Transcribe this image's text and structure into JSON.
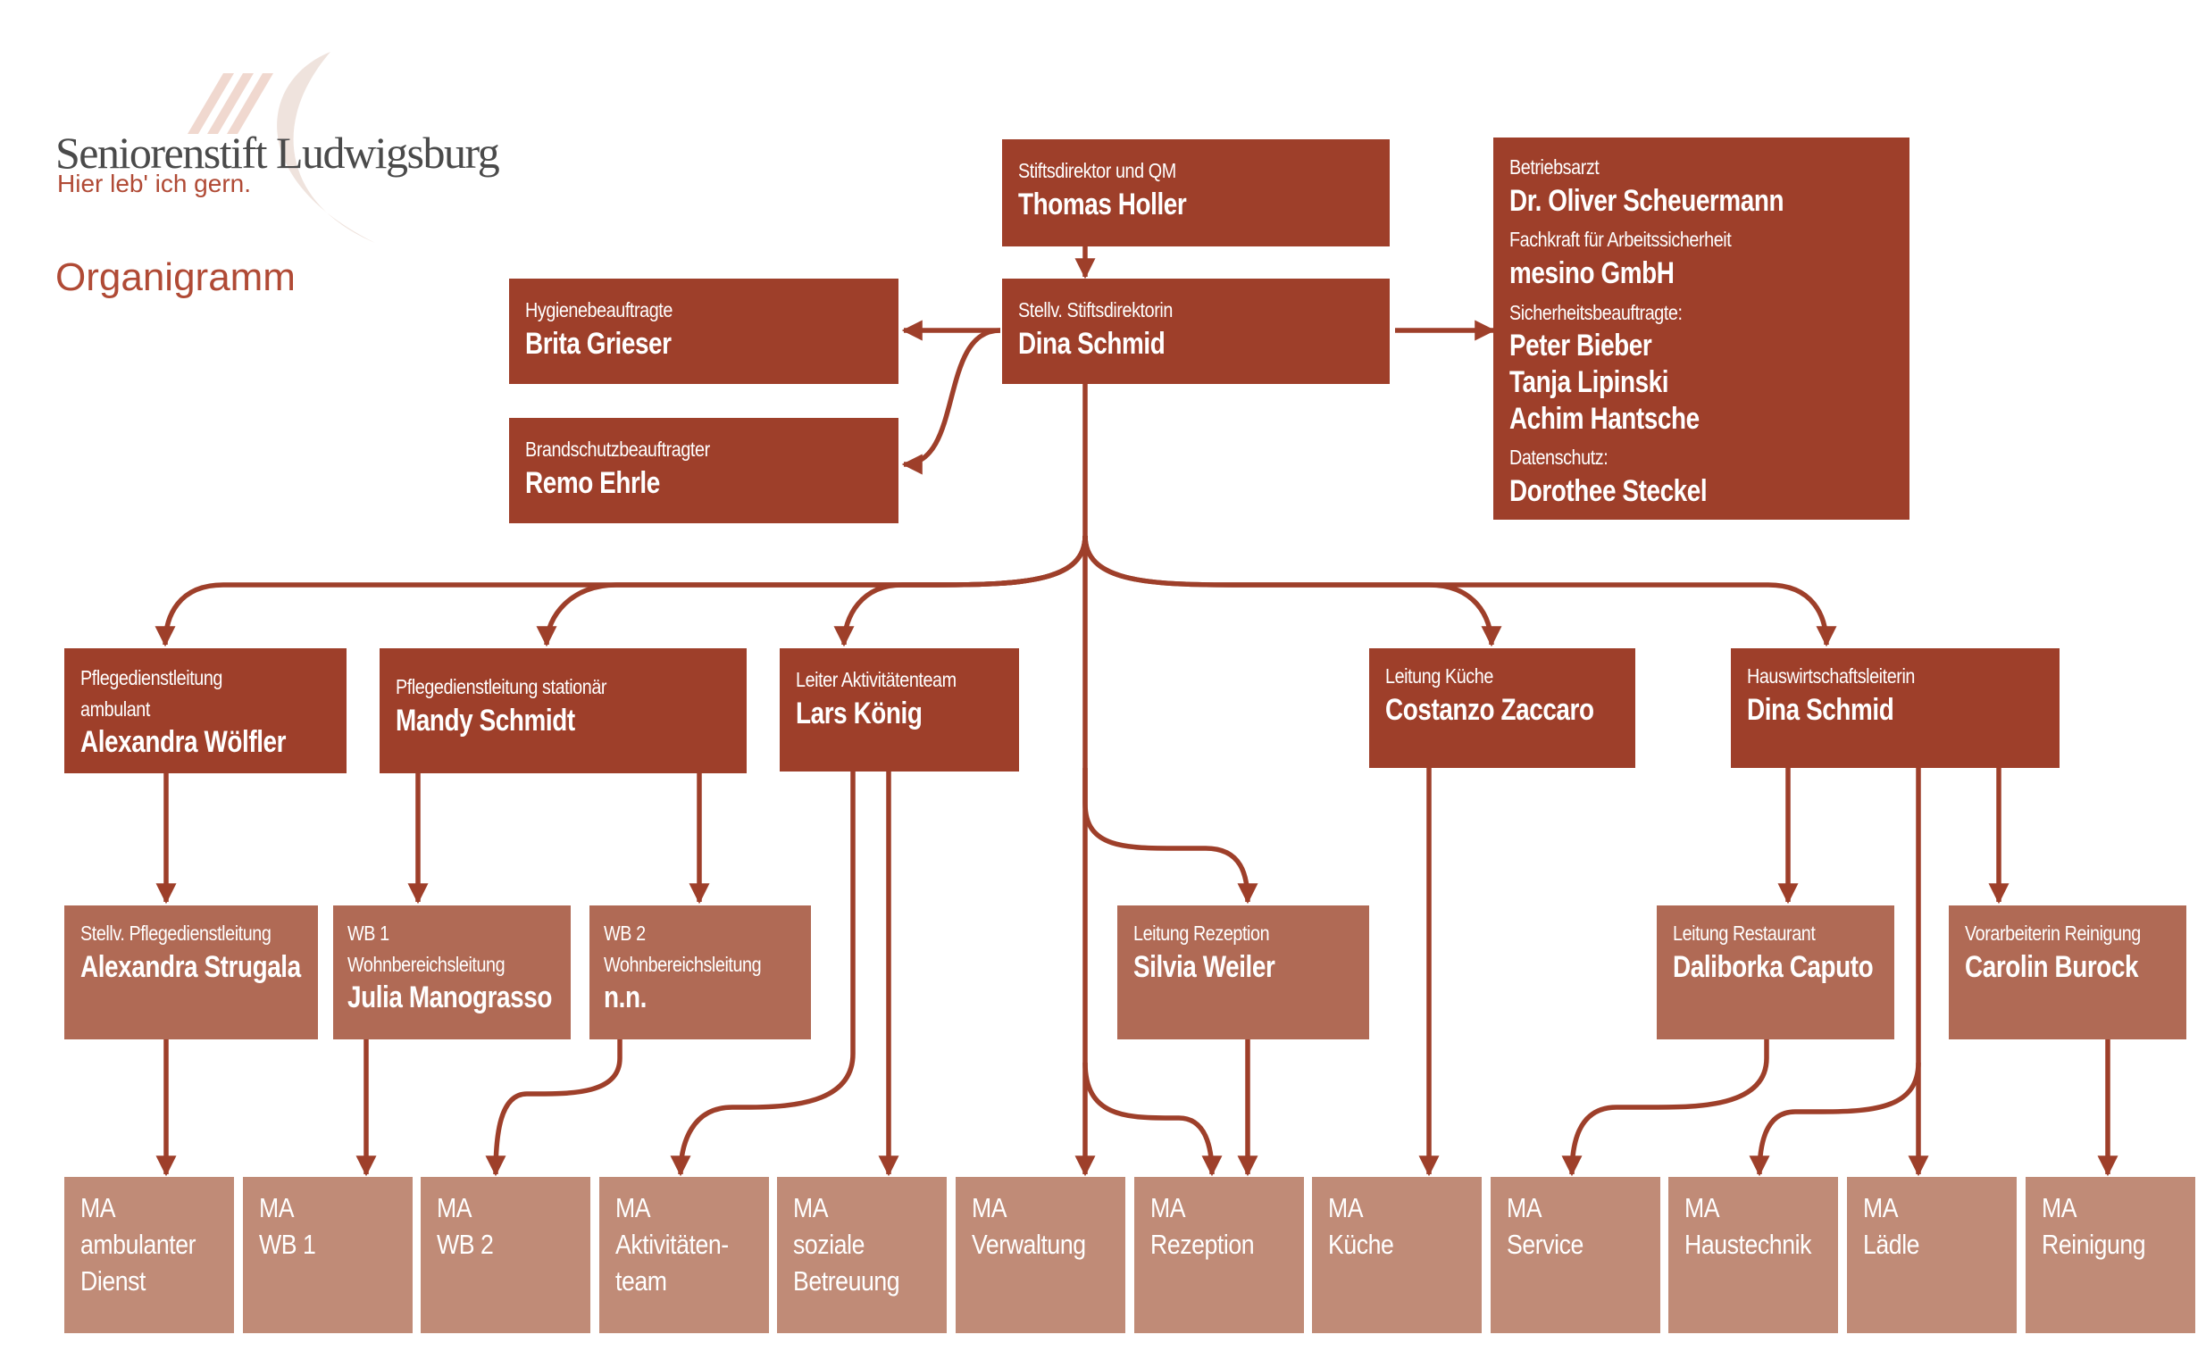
{
  "header": {
    "brand": "Seniorenstift Ludwigsburg",
    "tagline": "Hier leb' ich gern.",
    "title": "Organigramm"
  },
  "colors": {
    "level1": "#9e3f2a",
    "level2": "#b06a55",
    "level3": "#c08b77",
    "connector": "#9e3f2a"
  },
  "top": {
    "director": {
      "role": "Stiftsdirektor und QM",
      "name": "Thomas Holler"
    },
    "deputy": {
      "role": "Stellv. Stiftsdirektorin",
      "name": "Dina Schmid"
    },
    "hygiene": {
      "role": "Hygienebeauftragte",
      "name": "Brita Grieser"
    },
    "fire": {
      "role": "Brandschutzbeauftragter",
      "name": "Remo Ehrle"
    },
    "safety": {
      "doctor_role": "Betriebsarzt",
      "doctor_name": "Dr. Oliver Scheuermann",
      "specialist_role": "Fachkraft für Arbeitssicherheit",
      "specialist_name": "mesino GmbH",
      "officers_role": "Sicherheitsbeauftragte:",
      "officers": [
        "Peter Bieber",
        "Tanja Lipinski",
        "Achim Hantsche"
      ],
      "privacy_role": "Datenschutz:",
      "privacy_name": "Dorothee Steckel"
    }
  },
  "departments": {
    "care_ambulant": {
      "role_line1": "Pflegedienstleitung",
      "role_line2": "ambulant",
      "name": "Alexandra Wölfler"
    },
    "care_stationary": {
      "role": "Pflegedienstleitung  stationär",
      "name": "Mandy Schmidt"
    },
    "activity": {
      "role": "Leiter Aktivitätenteam",
      "name": "Lars König"
    },
    "kitchen": {
      "role": "Leitung Küche",
      "name": "Costanzo Zaccaro"
    },
    "housekeeping": {
      "role": "Hauswirtschaftsleiterin",
      "name": "Dina Schmid"
    }
  },
  "sublevel": {
    "deputy_care": {
      "role": "Stellv. Pflegedienstleitung",
      "name": "Alexandra Strugala"
    },
    "wb1": {
      "role_line1": "WB 1",
      "role_line2": "Wohnbereichsleitung",
      "name": "Julia Manograsso"
    },
    "wb2": {
      "role_line1": "WB 2",
      "role_line2": "Wohnbereichsleitung",
      "name": "n.n."
    },
    "reception": {
      "role": "Leitung Rezeption",
      "name": "Silvia Weiler"
    },
    "restaurant": {
      "role": "Leitung Restaurant",
      "name": "Daliborka Caputo"
    },
    "cleaning": {
      "role": "Vorarbeiterin Reinigung",
      "name": "Carolin Burock"
    }
  },
  "staff": [
    {
      "lines": [
        "MA",
        "ambulanter",
        "Dienst"
      ]
    },
    {
      "lines": [
        "MA",
        "WB 1"
      ]
    },
    {
      "lines": [
        "MA",
        "WB 2"
      ]
    },
    {
      "lines": [
        "MA",
        "Aktivitäten-",
        "team"
      ]
    },
    {
      "lines": [
        "MA",
        "soziale",
        "Betreuung"
      ]
    },
    {
      "lines": [
        "MA",
        "Verwaltung"
      ]
    },
    {
      "lines": [
        "MA",
        "Rezeption"
      ]
    },
    {
      "lines": [
        "MA",
        "Küche"
      ]
    },
    {
      "lines": [
        "MA",
        "Service"
      ]
    },
    {
      "lines": [
        "MA",
        "Haustechnik"
      ]
    },
    {
      "lines": [
        "MA",
        "Lädle"
      ]
    },
    {
      "lines": [
        "MA",
        "Reinigung"
      ]
    }
  ]
}
